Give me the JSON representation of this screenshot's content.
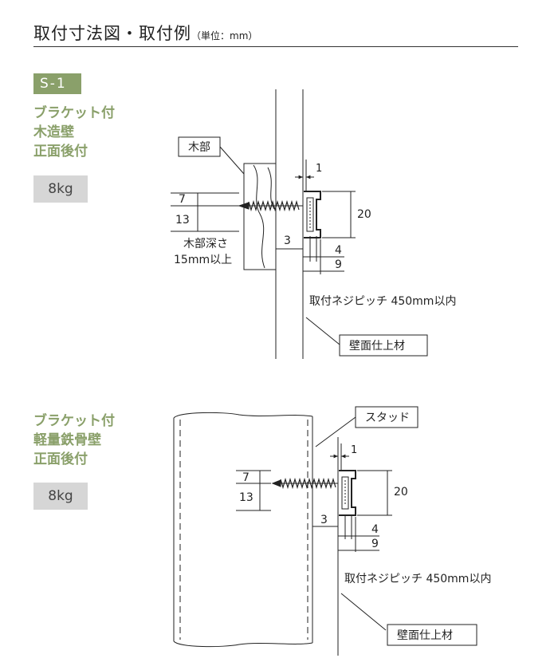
{
  "header": {
    "title": "取付寸法図・取付例",
    "unit": "（単位：mm）"
  },
  "section1": {
    "badge": "S-1",
    "lines": [
      "ブラケット付",
      "木造壁",
      "正面後付"
    ],
    "weight": "8kg",
    "labels": {
      "wood": "木部",
      "depth1": "木部深さ",
      "depth2": "15mm以上",
      "pitch": "取付ネジピッチ 450mm以内",
      "wall": "壁面仕上材"
    },
    "dims": {
      "d1": "1",
      "d7": "7",
      "d13": "13",
      "d20": "20",
      "d3": "3",
      "d4": "4",
      "d9": "9"
    }
  },
  "section2": {
    "lines": [
      "ブラケット付",
      "軽量鉄骨壁",
      "正面後付"
    ],
    "weight": "8kg",
    "labels": {
      "stud": "スタッド",
      "pitch": "取付ネジピッチ 450mm以内",
      "wall": "壁面仕上材"
    },
    "dims": {
      "d1": "1",
      "d7": "7",
      "d13": "13",
      "d20": "20",
      "d3": "3",
      "d4": "4",
      "d9": "9"
    }
  }
}
